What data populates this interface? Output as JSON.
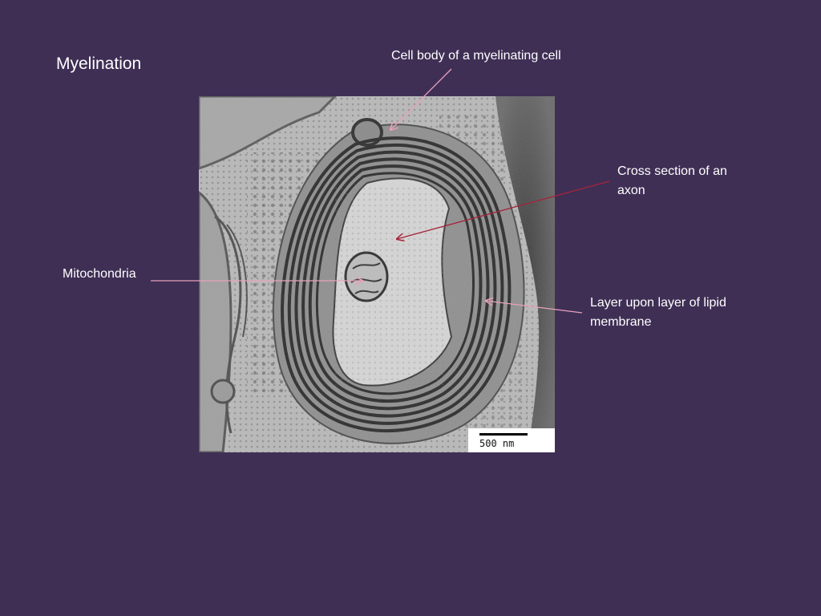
{
  "slide": {
    "title": "Myelination",
    "background_color": "#3f2f55",
    "arrow_color": "#e8a0ba"
  },
  "micrograph": {
    "scale_bar": "500 nm"
  },
  "labels": {
    "cell_body": "Cell body of a myelinating cell",
    "axon_cross_section": "Cross section of an axon",
    "mitochondria": "Mitochondria",
    "lipid_layers": "Layer upon layer of lipid membrane"
  }
}
